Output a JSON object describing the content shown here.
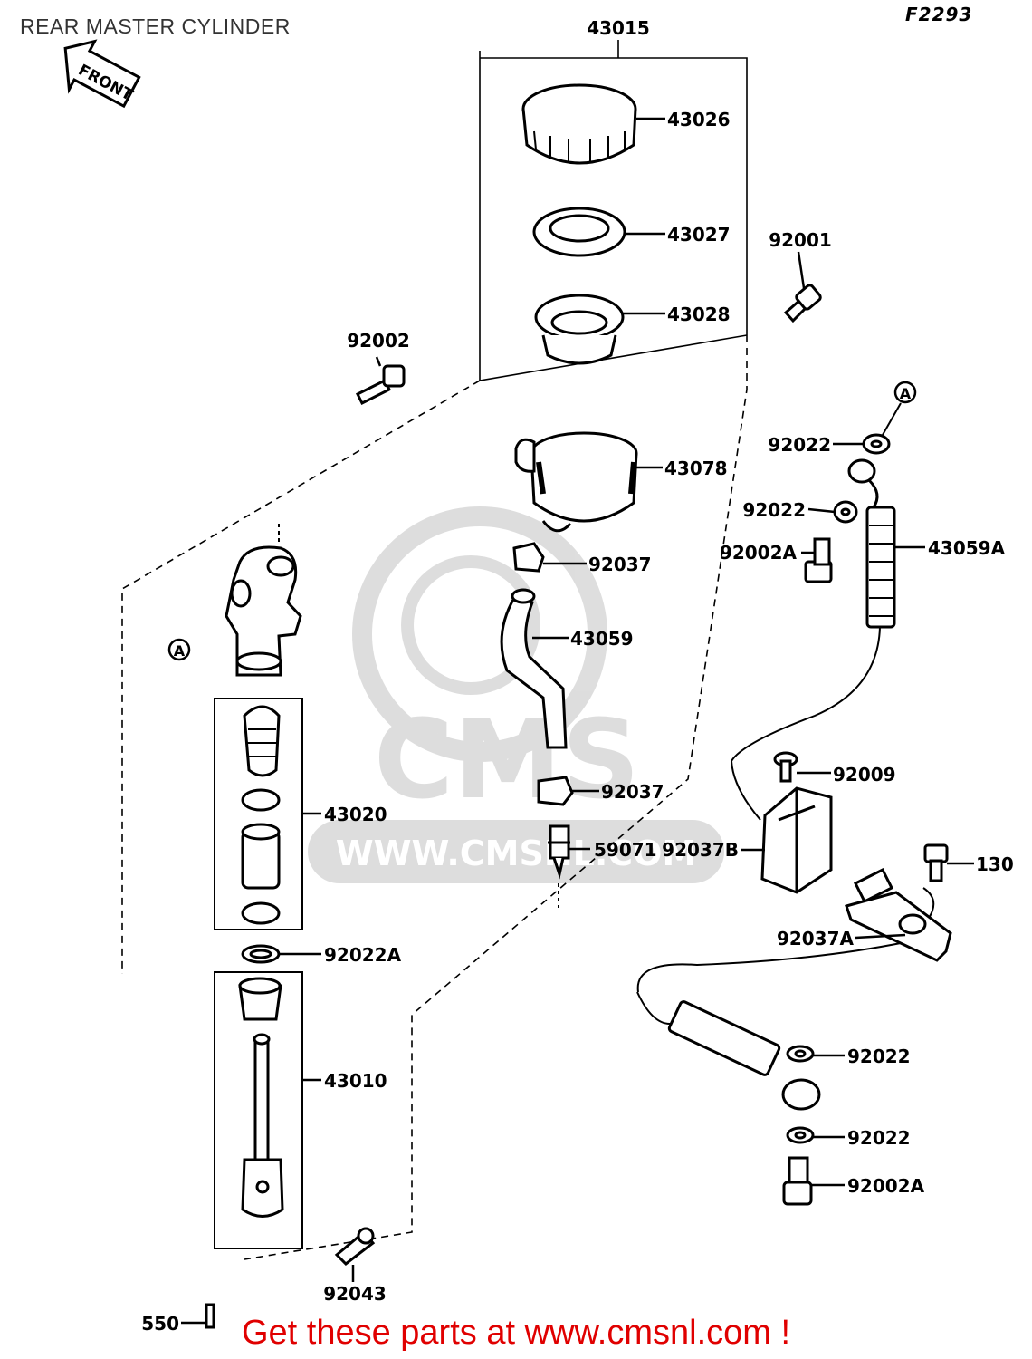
{
  "header": {
    "title": "REAR MASTER CYLINDER",
    "figure_code": "F2293"
  },
  "front_arrow_label": "FRONT",
  "ref_marker": "A",
  "watermark": {
    "logo_text": "CMS",
    "url_text": "WWW.CMSNL.COM"
  },
  "footer": {
    "banner": "Get these parts at www.cmsnl.com !"
  },
  "parts": [
    {
      "id": "43015",
      "label": "43015"
    },
    {
      "id": "43026",
      "label": "43026"
    },
    {
      "id": "43027",
      "label": "43027"
    },
    {
      "id": "43028",
      "label": "43028"
    },
    {
      "id": "92001",
      "label": "92001"
    },
    {
      "id": "92002",
      "label": "92002"
    },
    {
      "id": "43078",
      "label": "43078"
    },
    {
      "id": "92022-top",
      "label": "92022"
    },
    {
      "id": "92022-mid",
      "label": "92022"
    },
    {
      "id": "92002A-top",
      "label": "92002A"
    },
    {
      "id": "43059A",
      "label": "43059A"
    },
    {
      "id": "92037-top",
      "label": "92037"
    },
    {
      "id": "43059",
      "label": "43059"
    },
    {
      "id": "92009",
      "label": "92009"
    },
    {
      "id": "92037-bot",
      "label": "92037"
    },
    {
      "id": "59071",
      "label": "59071"
    },
    {
      "id": "92037B",
      "label": "92037B"
    },
    {
      "id": "130",
      "label": "130"
    },
    {
      "id": "43020",
      "label": "43020"
    },
    {
      "id": "92037A",
      "label": "92037A"
    },
    {
      "id": "92022A",
      "label": "92022A"
    },
    {
      "id": "43010",
      "label": "43010"
    },
    {
      "id": "92022-low1",
      "label": "92022"
    },
    {
      "id": "92022-low2",
      "label": "92022"
    },
    {
      "id": "92002A-bot",
      "label": "92002A"
    },
    {
      "id": "92043",
      "label": "92043"
    },
    {
      "id": "550",
      "label": "550"
    }
  ]
}
